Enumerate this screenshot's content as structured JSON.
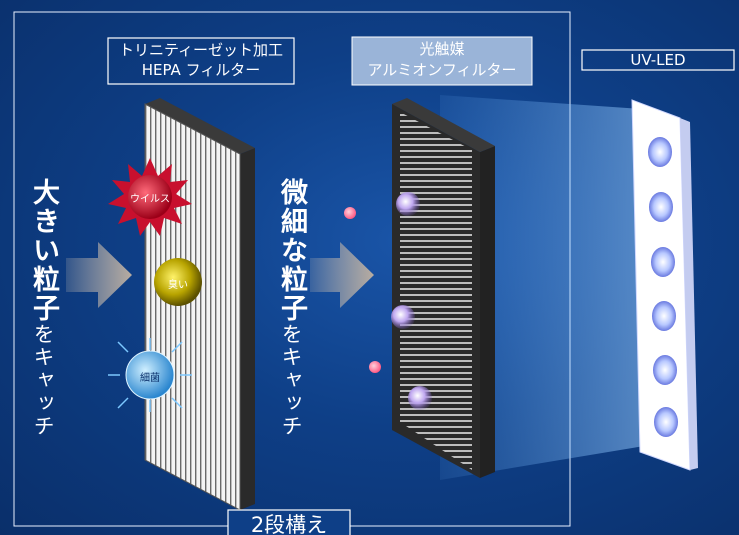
{
  "labels": {
    "hepa_line1": "トリニティーゼット加工",
    "hepa_line2": "HEPA フィルター",
    "alu_line1": "光触媒",
    "alu_line2": "アルミオンフィルター",
    "uv": "UV-LED",
    "stages": "2段構え"
  },
  "left_text": {
    "bold": "大きい粒子",
    "rest": "をキャッチ"
  },
  "mid_text": {
    "bold": "微細な粒子",
    "rest": "をキャッチ"
  },
  "particles": {
    "virus": "ウイルス",
    "odor": "臭い",
    "bacteria": "細菌"
  },
  "colors": {
    "background": "#0e3f87",
    "virus": "#c8102e",
    "odor": "#c9b800",
    "bacteria": "#3aa0e0",
    "particle_pink": "#ff7a9a",
    "particle_violet": "#b8a0e8"
  }
}
